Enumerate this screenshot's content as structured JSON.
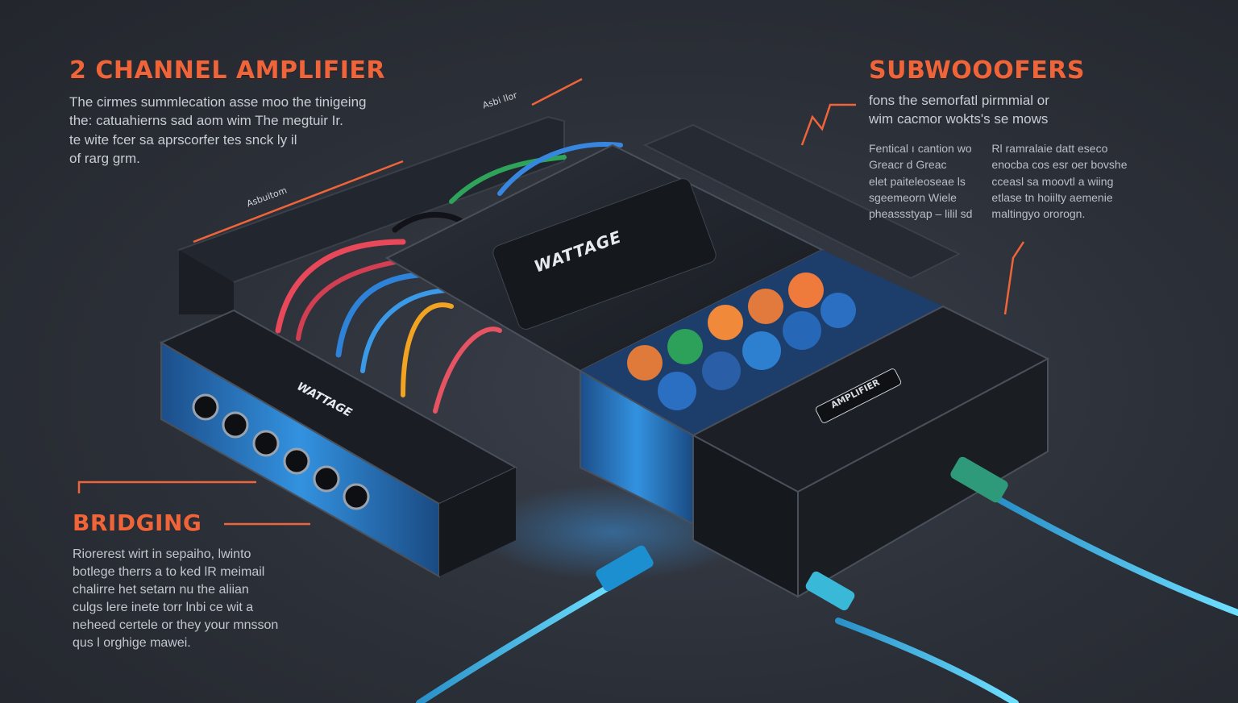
{
  "amplifier_panel": {
    "heading": "2 CHANNEL AMPLIFIER",
    "lines": [
      "The cirmes summlecation asse moo the tinigeing",
      "the: catuahierns sad aom wim The megtuir Ir.",
      "te wite fcer sa aprscorfer tes snck ly il",
      "of rarg grm."
    ],
    "callout_label": "Asbi Ilor"
  },
  "subwoofer_panel": {
    "heading": "SUBWOOOFERS",
    "lines": [
      "fons the semorfatl pirmmial or",
      "wim cacmor wokts's se mows"
    ],
    "column_left": [
      "Fentical ı cantion wo",
      "Greacr d Greac",
      "elet paiteleoseae ls",
      "sgeemeorn Wiele",
      "pheassstyap – lilil sd"
    ],
    "column_right": [
      "Rl ramralaie datt eseco",
      "enocba cos esr oer bovshe",
      "cceasl sa moovtl a wiing",
      "etlase tn hoiilty aemenie",
      "maltingyo ororogn."
    ]
  },
  "bridging_panel": {
    "heading": "BRIDGING",
    "lines": [
      "Riorerest wirt in sepaiho, lwinto",
      "botlege therrs a to ked lR meimail",
      "chalirre het setarn nu the aliian",
      "culgs lere inete torr lnbi ce wit a",
      "neheed certele or they your mnsson",
      "qus l orghige mawei."
    ]
  },
  "device": {
    "left_logo": "WATTAGE",
    "center_logo": "WATTAGE",
    "right_badge": "AMPLIFIER"
  },
  "callout_small_label": "Asbuitom",
  "colors": {
    "accent": "#f0643a",
    "chassis": "#1d2027",
    "blue_panel": "#2d7fd0",
    "cable_blue": "#3fb4e0"
  }
}
